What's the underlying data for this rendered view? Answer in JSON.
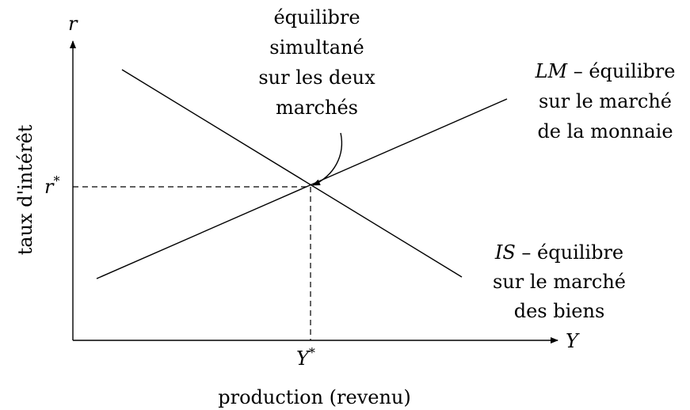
{
  "axes": {
    "y_symbol": "r",
    "x_symbol": "Y",
    "y_label": "taux d'intérêt",
    "x_label": "production (revenu)"
  },
  "equilibrium": {
    "r_star": "r",
    "y_star": "Y",
    "star": "*",
    "annotation": [
      "équilibre",
      "simultané",
      "sur les deux",
      "marchés"
    ]
  },
  "lm": {
    "name": "LM",
    "line1_rest": " – équilibre",
    "line2": "sur le marché",
    "line3": "de la monnaie"
  },
  "is": {
    "name": "IS",
    "line1_rest": " – équilibre",
    "line2": "sur le marché",
    "line3": "des biens"
  }
}
